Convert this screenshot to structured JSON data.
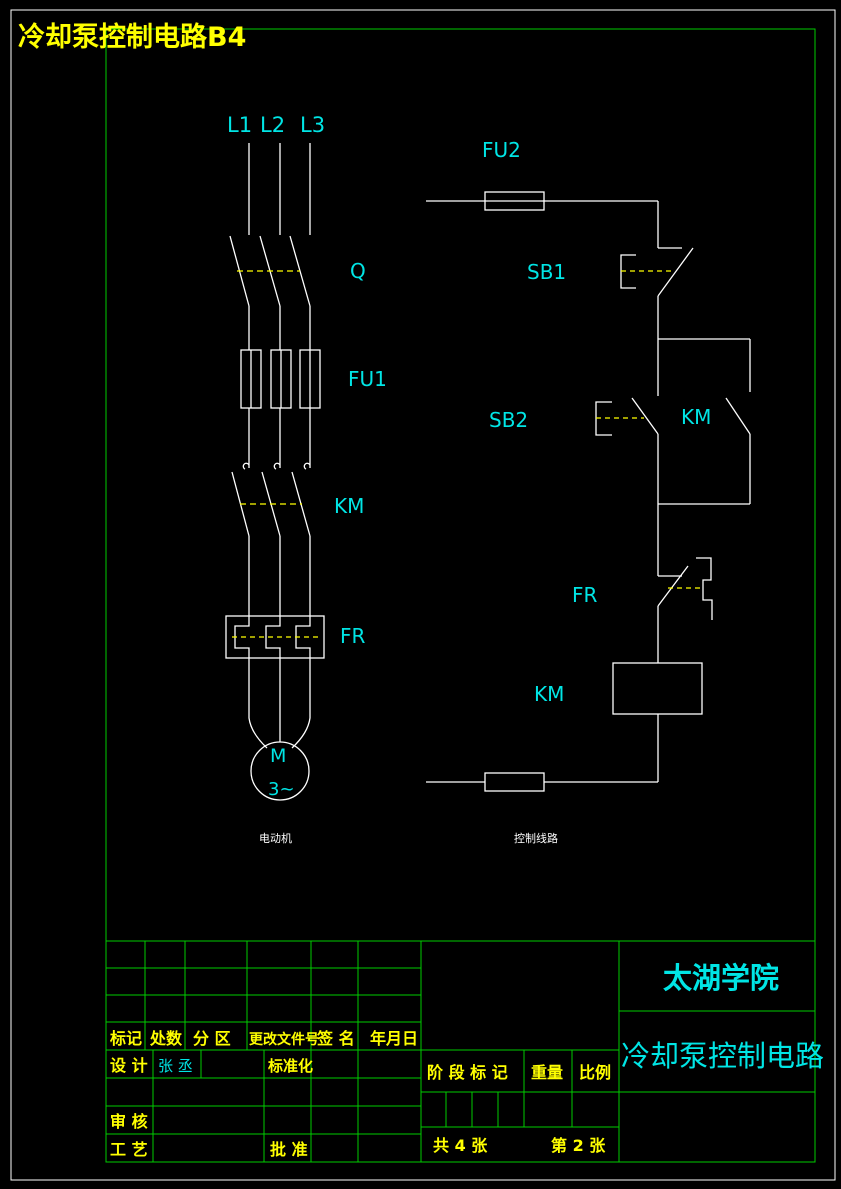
{
  "title": "冷却泵控制电路B4",
  "colors": {
    "background": "#000000",
    "frame": "#00cc00",
    "wire": "#ffffff",
    "label": "#00e5e5",
    "title": "#ffff00",
    "dash": "#ffff00"
  },
  "power_circuit": {
    "phases": [
      "L1",
      "L2",
      "L3"
    ],
    "switch_label": "Q",
    "fuse_label": "FU1",
    "contactor_label": "KM",
    "relay_label": "FR",
    "motor_letter": "M",
    "motor_phase": "3~",
    "caption": "电动机"
  },
  "control_circuit": {
    "fuse_label": "FU2",
    "stop_button_label": "SB1",
    "start_button_label": "SB2",
    "aux_contact_label": "KM",
    "relay_contact_label": "FR",
    "coil_label": "KM",
    "caption": "控制线路"
  },
  "title_block": {
    "institution": "太湖学院",
    "drawing_name": "冷却泵控制电路",
    "revision_headers": [
      "标记",
      "处数",
      "分 区",
      "更改文件号",
      "签 名",
      "年月日"
    ],
    "design_label": "设 计",
    "designer": "张 丞",
    "standardization_label": "标准化",
    "review_label": "审 核",
    "process_label": "工 艺",
    "approve_label": "批 准",
    "stage_headers": [
      "阶 段 标 记",
      "重量",
      "比例"
    ],
    "total_sheets": "共 4 张",
    "sheet_number": "第 2 张"
  }
}
